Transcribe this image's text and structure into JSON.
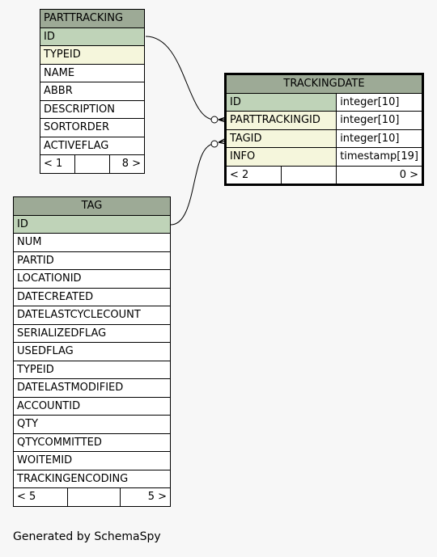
{
  "parttracking": {
    "title": "PARTTRACKING",
    "columns": [
      "ID",
      "TYPEID",
      "NAME",
      "ABBR",
      "DESCRIPTION",
      "SORTORDER",
      "ACTIVEFLAG"
    ],
    "footer": {
      "left": "< 1",
      "right": "8 >"
    }
  },
  "tag": {
    "title": "TAG",
    "columns": [
      "ID",
      "NUM",
      "PARTID",
      "LOCATIONID",
      "DATECREATED",
      "DATELASTCYCLECOUNT",
      "SERIALIZEDFLAG",
      "USEDFLAG",
      "TYPEID",
      "DATELASTMODIFIED",
      "ACCOUNTID",
      "QTY",
      "QTYCOMMITTED",
      "WOITEMID",
      "TRACKINGENCODING"
    ],
    "footer": {
      "left": "< 5",
      "right": "5 >"
    }
  },
  "trackingdate": {
    "title": "TRACKINGDATE",
    "columns": [
      {
        "name": "ID",
        "type": "integer[10]"
      },
      {
        "name": "PARTTRACKINGID",
        "type": "integer[10]"
      },
      {
        "name": "TAGID",
        "type": "integer[10]"
      },
      {
        "name": "INFO",
        "type": "timestamp[19]"
      }
    ],
    "footer": {
      "left": "< 2",
      "right": "0 >"
    }
  },
  "credit": "Generated by SchemaSpy",
  "colors": {
    "header": "#9daa96",
    "primary_key": "#bfd3b8",
    "foreign_key": "#f5f6dc"
  }
}
